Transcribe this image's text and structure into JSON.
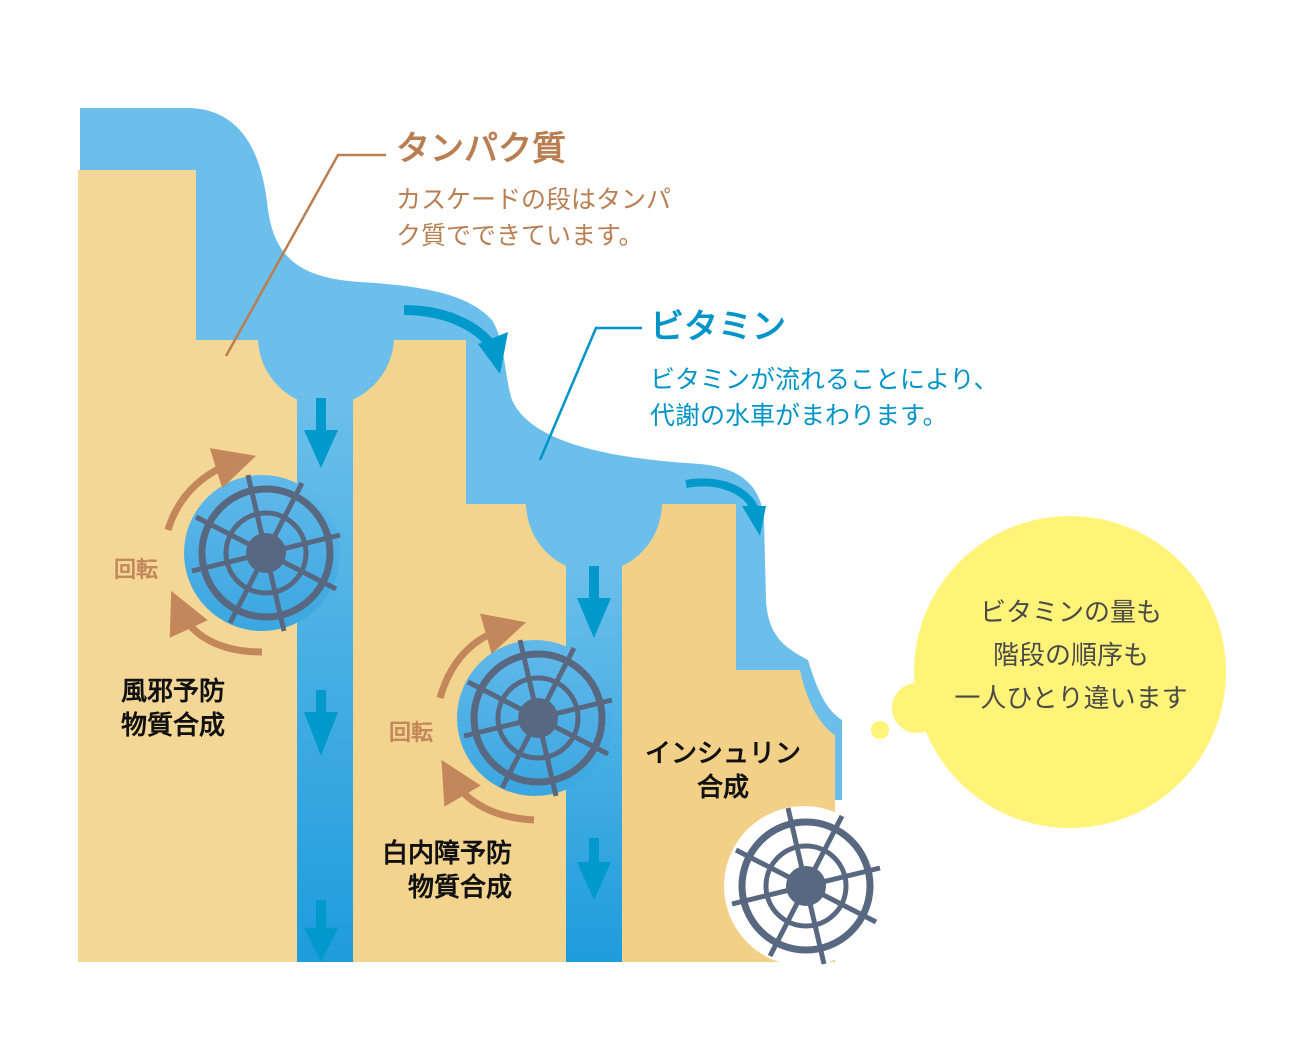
{
  "colors": {
    "step_tan": "#f4d796",
    "water_light": "#6bbfea",
    "water_dark": "#2a9ede",
    "arrow_blue": "#0099cc",
    "wheel": "#586880",
    "protein_brown": "#b97f52",
    "rotation_brown": "#c3875b",
    "vitamin_blue": "#0094c8",
    "bubble_yellow": "#fff477"
  },
  "protein": {
    "title": "タンパク質",
    "desc_line1": "カスケードの段はタンパ",
    "desc_line2": "ク質でできています。"
  },
  "vitamin": {
    "title": "ビタミン",
    "desc_line1": "ビタミンが流れることにより、",
    "desc_line2": "代謝の水車がまわります。"
  },
  "wheels": [
    {
      "rotation_label": "回転",
      "synthesis_line1": "風邪予防",
      "synthesis_line2": "物質合成"
    },
    {
      "rotation_label": "回転",
      "synthesis_line1": "白内障予防",
      "synthesis_line2": "物質合成"
    },
    {
      "synthesis_line1": "インシュリン",
      "synthesis_line2": "合成"
    }
  ],
  "bubble": {
    "line1": "ビタミンの量も",
    "line2": "階段の順序も",
    "line3": "一人ひとり違います"
  }
}
